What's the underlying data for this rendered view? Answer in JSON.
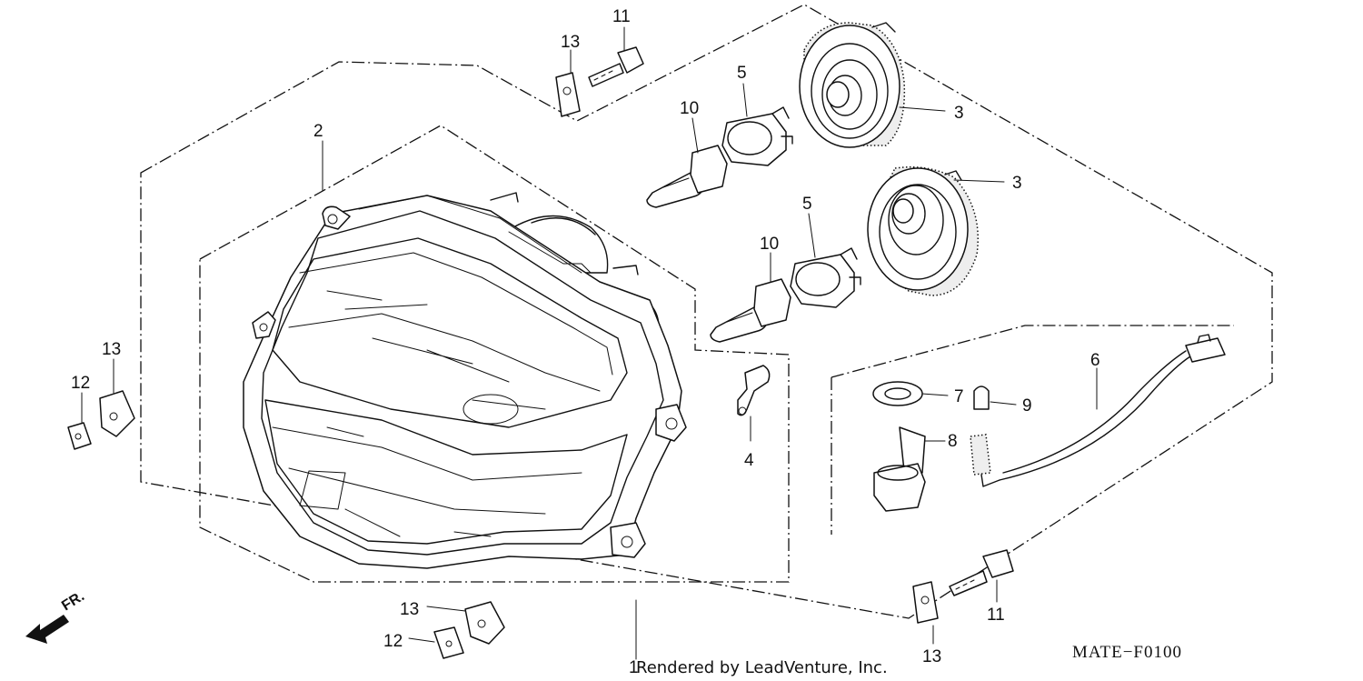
{
  "callouts": {
    "p1": "1",
    "p2": "2",
    "p3a": "3",
    "p3b": "3",
    "p4": "4",
    "p5a": "5",
    "p5b": "5",
    "p6": "6",
    "p7": "7",
    "p8": "8",
    "p9": "9",
    "p10a": "10",
    "p10b": "10",
    "p11a": "11",
    "p11b": "11",
    "p12a": "12",
    "p12b": "12",
    "p13a": "13",
    "p13b": "13",
    "p13c": "13",
    "p13d": "13"
  },
  "direction_label": "FR.",
  "diagram_code": "MATE−F0100",
  "credit": "Rendered by LeadVenture, Inc."
}
